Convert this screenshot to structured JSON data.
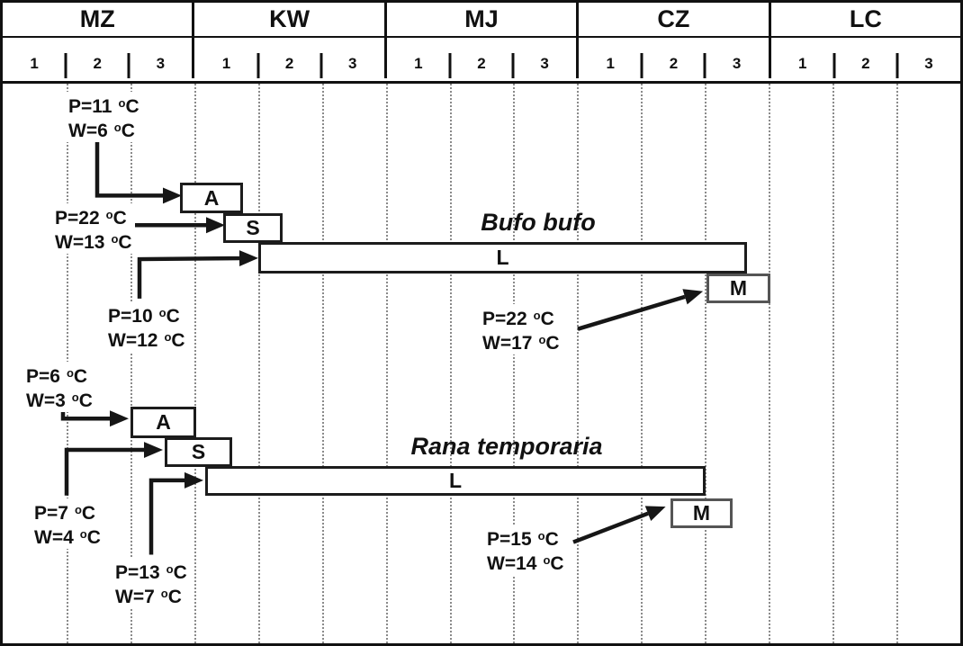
{
  "chart_data": {
    "type": "bar",
    "subtype": "phenology-timeline-gantt",
    "grid": "dotted-vertical-per-decade",
    "x_axis": {
      "months": [
        {
          "label": "MZ",
          "decades": [
            "1",
            "2",
            "3"
          ]
        },
        {
          "label": "KW",
          "decades": [
            "1",
            "2",
            "3"
          ]
        },
        {
          "label": "MJ",
          "decades": [
            "1",
            "2",
            "3"
          ]
        },
        {
          "label": "CZ",
          "decades": [
            "1",
            "2",
            "3"
          ]
        },
        {
          "label": "LC",
          "decades": [
            "1",
            "2",
            "3"
          ]
        }
      ],
      "decades_per_month": 3,
      "range_decades": [
        0,
        15
      ]
    },
    "unit": {
      "sup": "o",
      "base": "C"
    },
    "series": [
      {
        "name": "Bufo bufo",
        "stages": [
          {
            "label": "A",
            "start_decade": 2.8,
            "end_decade": 3.8
          },
          {
            "label": "S",
            "start_decade": 3.4,
            "end_decade": 4.4
          },
          {
            "label": "L",
            "start_decade": 4.0,
            "end_decade": 11.7
          },
          {
            "label": "M",
            "start_decade": 11.0,
            "end_decade": 12.0
          }
        ],
        "annotations": [
          {
            "stage": "A",
            "p": "P=11",
            "w": "W=6"
          },
          {
            "stage": "S",
            "p": "P=22",
            "w": "W=13"
          },
          {
            "stage": "L",
            "p": "P=10",
            "w": "W=12"
          },
          {
            "stage": "M",
            "p": "P=22",
            "w": "W=17"
          }
        ]
      },
      {
        "name": "Rana temporaria",
        "stages": [
          {
            "label": "A",
            "start_decade": 2.0,
            "end_decade": 3.0
          },
          {
            "label": "S",
            "start_decade": 2.5,
            "end_decade": 3.6
          },
          {
            "label": "L",
            "start_decade": 3.1,
            "end_decade": 11.0
          },
          {
            "label": "M",
            "start_decade": 10.4,
            "end_decade": 11.4
          }
        ],
        "annotations": [
          {
            "stage": "A",
            "p": "P=6",
            "w": "W=3"
          },
          {
            "stage": "S",
            "p": "P=7",
            "w": "W=4"
          },
          {
            "stage": "L",
            "p": "P=13",
            "w": "W=7"
          },
          {
            "stage": "M",
            "p": "P=15",
            "w": "W=14"
          }
        ]
      }
    ],
    "colors": {
      "line": "#1c1c1c",
      "grid": "#8a8a8a",
      "background": "#ffffff"
    }
  }
}
